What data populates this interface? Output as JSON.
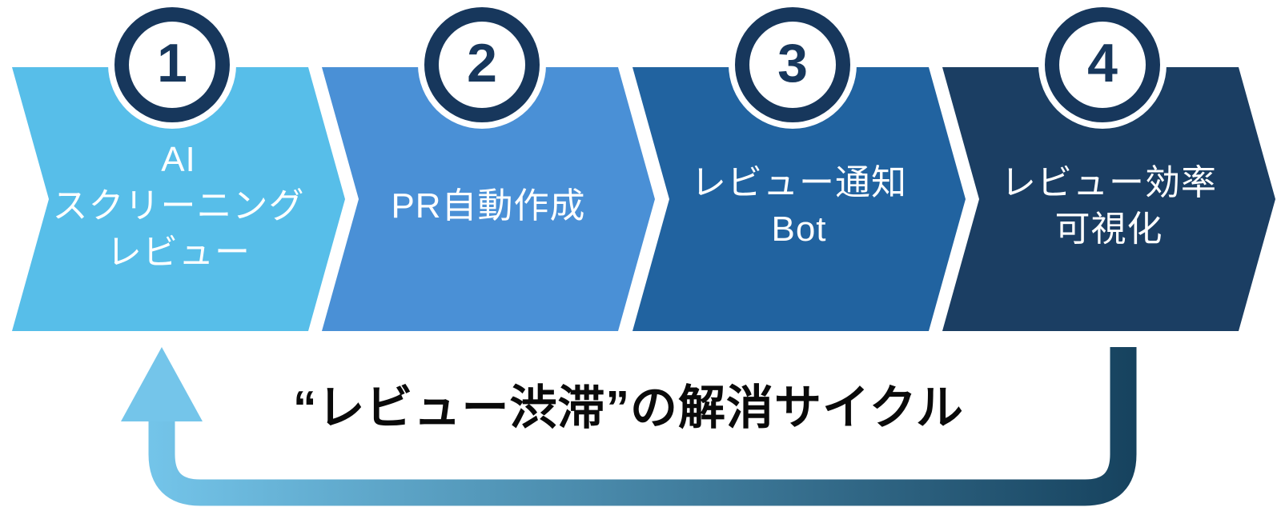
{
  "title": "“レビュー渋滞”の解消サイクル",
  "title_color": "#0a0a0a",
  "background": "#ffffff",
  "steps": [
    {
      "number": "1",
      "label": "AI\nスクリーニング\nレビュー",
      "color": "#57BEE9"
    },
    {
      "number": "2",
      "label": "PR自動作成",
      "color": "#4A90D6"
    },
    {
      "number": "3",
      "label": "レビュー通知\nBot",
      "color": "#2163A0"
    },
    {
      "number": "4",
      "label": "レビュー効率\n可視化",
      "color": "#1B3E63"
    }
  ],
  "badge": {
    "ring_color": "#17375C",
    "fill_color": "#ffffff"
  },
  "arrow": {
    "gradient_start": "#74C5EA",
    "gradient_end": "#16425E"
  }
}
